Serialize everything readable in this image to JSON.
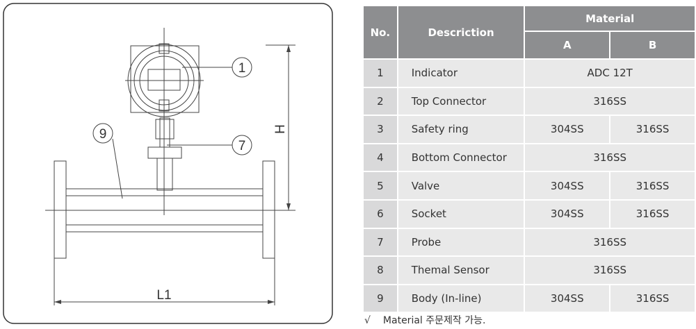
{
  "diagram": {
    "callouts": [
      "1",
      "7",
      "9"
    ],
    "dimensions": {
      "height_label": "H",
      "length_label": "L1"
    }
  },
  "table": {
    "headers": {
      "no": "No.",
      "description": "Descriction",
      "material": "Material",
      "a": "A",
      "b": "B"
    },
    "rows": [
      {
        "no": "1",
        "description": "Indicator",
        "a": "ADC 12T",
        "b": null
      },
      {
        "no": "2",
        "description": "Top Connector",
        "a": "316SS",
        "b": null
      },
      {
        "no": "3",
        "description": "Safety ring",
        "a": "304SS",
        "b": "316SS"
      },
      {
        "no": "4",
        "description": "Bottom Connector",
        "a": "316SS",
        "b": null
      },
      {
        "no": "5",
        "description": "Valve",
        "a": "304SS",
        "b": "316SS"
      },
      {
        "no": "6",
        "description": "Socket",
        "a": "304SS",
        "b": "316SS"
      },
      {
        "no": "7",
        "description": "Probe",
        "a": "316SS",
        "b": null
      },
      {
        "no": "8",
        "description": "Themal Sensor",
        "a": "316SS",
        "b": null
      },
      {
        "no": "9",
        "description": "Body (In-line)",
        "a": "304SS",
        "b": "316SS"
      }
    ]
  },
  "note": {
    "mark": "√",
    "text": "Material 주문제작 가능."
  }
}
